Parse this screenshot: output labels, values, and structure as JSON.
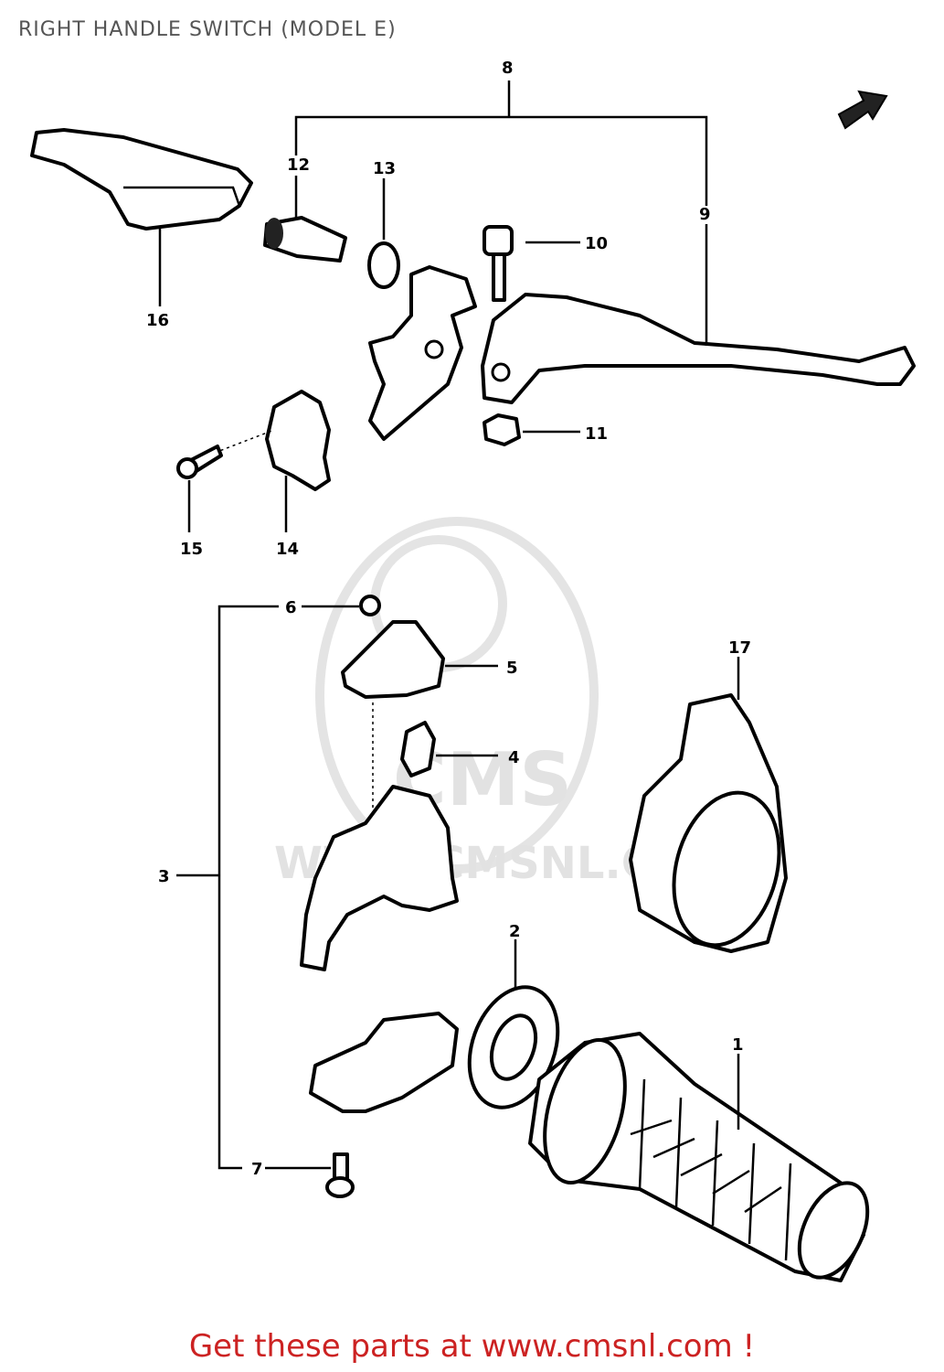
{
  "title": "RIGHT HANDLE SWITCH (MODEL E)",
  "watermark": "WWW.CMSNL.COM",
  "watermark_logo": "CMS",
  "footer": "Get these parts at www.cmsnl.com !",
  "footer_color": "#cc2222",
  "labels": {
    "p1": "1",
    "p2": "2",
    "p3": "3",
    "p4": "4",
    "p5": "5",
    "p6": "6",
    "p7": "7",
    "p8": "8",
    "p9": "9",
    "p10": "10",
    "p11": "11",
    "p12": "12",
    "p13": "13",
    "p14": "14",
    "p15": "15",
    "p16": "16",
    "p17": "17"
  }
}
